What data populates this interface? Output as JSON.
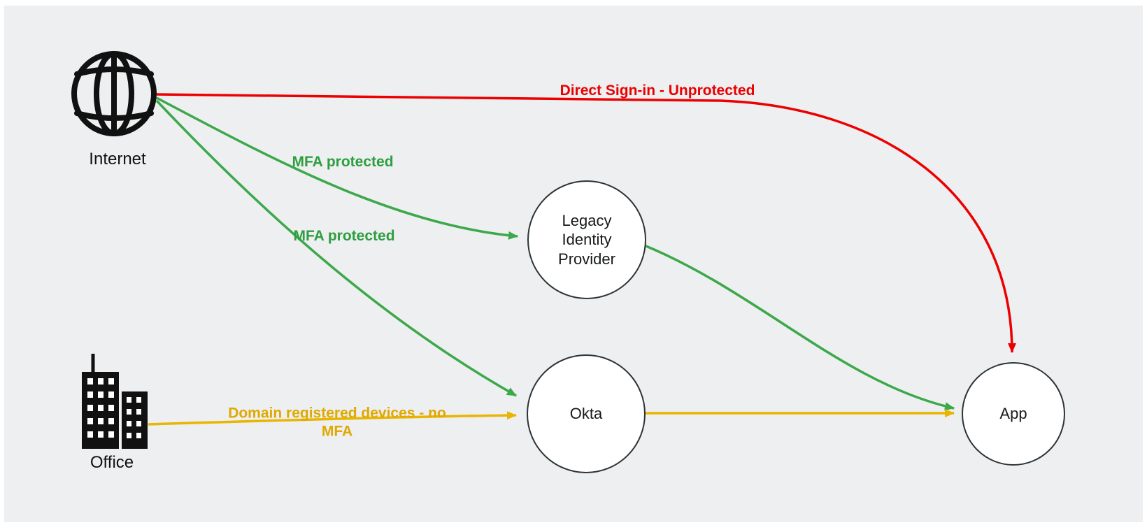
{
  "diagram": {
    "canvas_background": "#edeff1",
    "nodes": {
      "internet": {
        "label": "Internet"
      },
      "office": {
        "label": "Office"
      },
      "legacy_idp": {
        "label": "Legacy Identity Provider"
      },
      "okta": {
        "label": "Okta"
      },
      "app": {
        "label": "App"
      }
    },
    "edges": {
      "direct_signin": {
        "label": "Direct Sign-in - Unprotected",
        "color": "#ec0000",
        "from": "Internet",
        "to": "App"
      },
      "mfa_legacy": {
        "label": "MFA protected",
        "color": "#3da84a",
        "from": "Internet",
        "to": "Legacy Identity Provider"
      },
      "mfa_okta": {
        "label": "MFA protected",
        "color": "#3da84a",
        "from": "Internet",
        "to": "Okta"
      },
      "legacy_to_app": {
        "label": "",
        "color": "#3da84a",
        "from": "Legacy Identity Provider",
        "to": "App"
      },
      "office_to_okta": {
        "label": "Domain registered devices - no MFA",
        "color": "#e9b500",
        "from": "Office",
        "to": "Okta"
      },
      "okta_to_app": {
        "label": "",
        "color": "#e9b500",
        "from": "Okta",
        "to": "App"
      }
    }
  }
}
